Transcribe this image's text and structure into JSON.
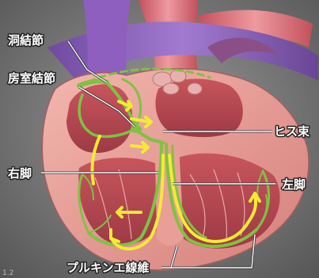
{
  "figure": {
    "number": "1.2"
  },
  "labels": {
    "sinoatrial_node": "洞結節",
    "av_node": "房室結節",
    "bundle_of_his": "ヒス束",
    "right_bundle_branch": "右脚",
    "left_bundle_branch": "左脚",
    "purkinje_fibers": "プルキンエ線維"
  },
  "colors": {
    "background": "#7a7a7a",
    "conduction": "#7fc242",
    "arrow": "#f3ea35",
    "myocardium": "#e8a09a",
    "aorta": "#d96a74",
    "vena_cava": "#8b62b7"
  }
}
